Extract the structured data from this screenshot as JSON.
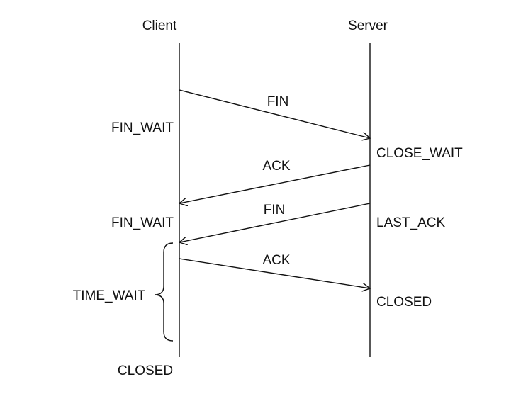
{
  "participants": {
    "client": "Client",
    "server": "Server"
  },
  "messages": [
    {
      "label": "FIN",
      "direction": "client-to-server"
    },
    {
      "label": "ACK",
      "direction": "server-to-client"
    },
    {
      "label": "FIN",
      "direction": "server-to-client"
    },
    {
      "label": "ACK",
      "direction": "client-to-server"
    }
  ],
  "client_states": {
    "fin_wait_1": "FIN_WAIT",
    "fin_wait_2": "FIN_WAIT",
    "time_wait": "TIME_WAIT",
    "closed": "CLOSED"
  },
  "server_states": {
    "close_wait": "CLOSE_WAIT",
    "last_ack": "LAST_ACK",
    "closed": "CLOSED"
  },
  "colors": {
    "line": "#111111",
    "background": "#ffffff"
  }
}
